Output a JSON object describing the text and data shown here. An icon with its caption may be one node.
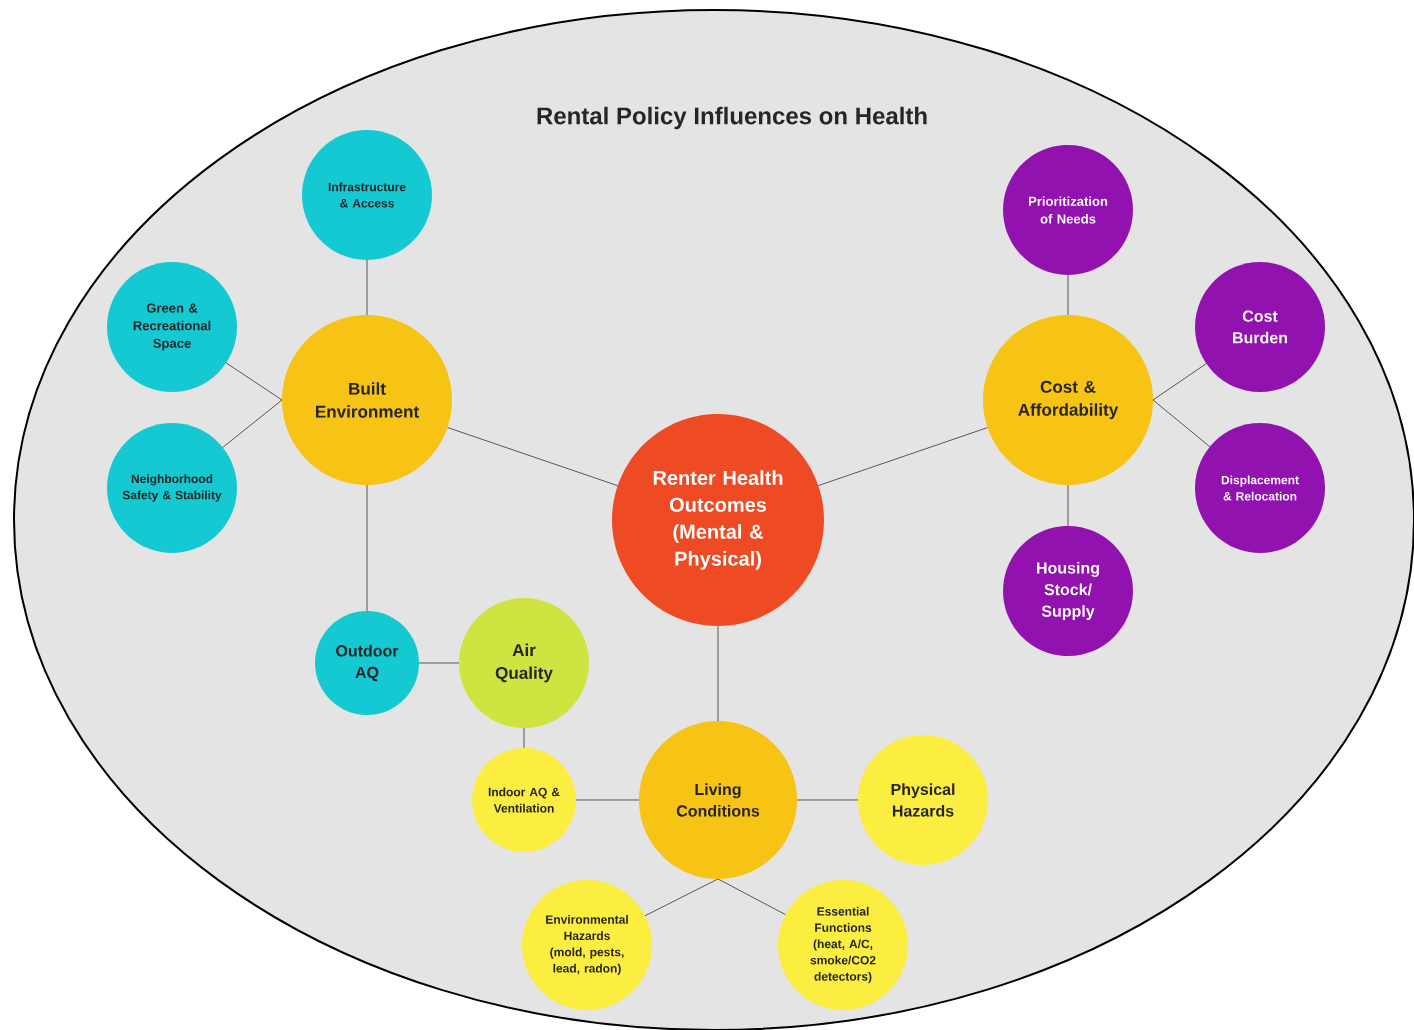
{
  "diagram": {
    "title": "Rental Policy Influences on Health",
    "nodes": [
      {
        "text": [
          "Renter Health Outcomes (Mental & Physical)"
        ]
      },
      {
        "text": [
          "Built Environment"
        ]
      },
      {
        "text": [
          "Infrastructure & Access"
        ]
      },
      {
        "text": [
          "Green & Recreational Space"
        ]
      },
      {
        "text": [
          "Neighborhood Safety & Stability"
        ]
      },
      {
        "text": [
          "Outdoor AQ"
        ]
      },
      {
        "text": [
          "Air Quality"
        ]
      },
      {
        "text": [
          "Cost & Affordability"
        ]
      },
      {
        "text": [
          "Prioritization of Needs"
        ]
      },
      {
        "text": [
          "Cost Burden"
        ]
      },
      {
        "text": [
          "Displacement & Relocation"
        ]
      },
      {
        "text": [
          "Housing Stock/ Supply"
        ]
      },
      {
        "text": [
          "Living Conditions"
        ]
      },
      {
        "text": [
          "Indoor AQ & Ventilation"
        ]
      },
      {
        "text": [
          "Physical Hazards"
        ]
      },
      {
        "text": [
          "Environmental Hazards (mold, pests, lead, radon)"
        ]
      },
      {
        "text": [
          "Essential Functions (heat, A/C, smoke/CO2 detectors)"
        ]
      }
    ],
    "edges": [
      {
        "from": 0,
        "to": 1,
        "arrow": "none"
      },
      {
        "from": 0,
        "to": 7,
        "arrow": "none"
      },
      {
        "from": 0,
        "to": 12,
        "arrow": "none"
      },
      {
        "from": 1,
        "to": 2,
        "arrow": "none"
      },
      {
        "from": 1,
        "to": 3,
        "arrow": "none"
      },
      {
        "from": 1,
        "to": 4,
        "arrow": "none"
      },
      {
        "from": 1,
        "to": 5,
        "arrow": "none"
      },
      {
        "from": 5,
        "to": 6,
        "arrow": "none"
      },
      {
        "from": 6,
        "to": 13,
        "arrow": "none"
      },
      {
        "from": 7,
        "to": 8,
        "arrow": "none"
      },
      {
        "from": 7,
        "to": 9,
        "arrow": "none"
      },
      {
        "from": 7,
        "to": 10,
        "arrow": "none"
      },
      {
        "from": 7,
        "to": 11,
        "arrow": "none"
      },
      {
        "from": 12,
        "to": 13,
        "arrow": "none"
      },
      {
        "from": 12,
        "to": 14,
        "arrow": "none"
      },
      {
        "from": 12,
        "to": 15,
        "arrow": "none"
      },
      {
        "from": 12,
        "to": 16,
        "arrow": "none"
      }
    ]
  }
}
